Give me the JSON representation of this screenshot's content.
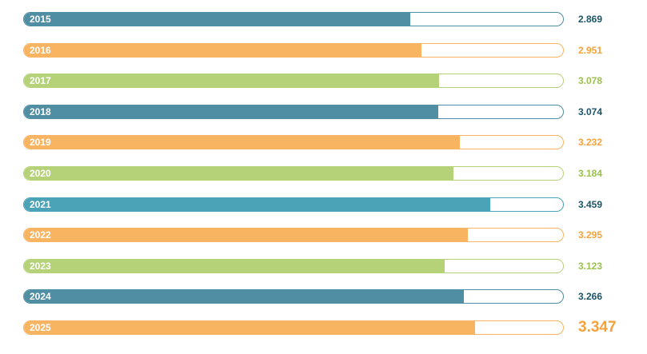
{
  "colors": {
    "teal": "#4f8ea3",
    "teal_light": "#4aa3b6",
    "orange": "#f8b461",
    "green": "#b6d279"
  },
  "chart_data": {
    "type": "bar",
    "orientation": "horizontal",
    "categories": [
      "2015",
      "2016",
      "2017",
      "2018",
      "2019",
      "2020",
      "2021",
      "2022",
      "2023",
      "2024",
      "2025"
    ],
    "values": [
      2.869,
      2.951,
      3.078,
      3.074,
      3.232,
      3.184,
      3.459,
      3.295,
      3.123,
      3.266,
      3.347
    ],
    "labels": [
      "2.869",
      "2.951",
      "3.078",
      "3.074",
      "3.232",
      "3.184",
      "3.459",
      "3.295",
      "3.123",
      "3.266",
      "3.347"
    ],
    "bar_colors": [
      "#4f8ea3",
      "#f8b461",
      "#b6d279",
      "#4f8ea3",
      "#f8b461",
      "#b6d279",
      "#4aa3b6",
      "#f8b461",
      "#b6d279",
      "#4f8ea3",
      "#f8b461"
    ],
    "label_colors": [
      "#1d5566",
      "#f4a23a",
      "#9cc04e",
      "#1d5566",
      "#f4a23a",
      "#9cc04e",
      "#1d5566",
      "#f4a23a",
      "#9cc04e",
      "#1d5566",
      "#f4a23a"
    ],
    "xlim": [
      0,
      4.0
    ],
    "highlight": "2025",
    "grid": false,
    "title": "",
    "xlabel": "",
    "ylabel": ""
  }
}
